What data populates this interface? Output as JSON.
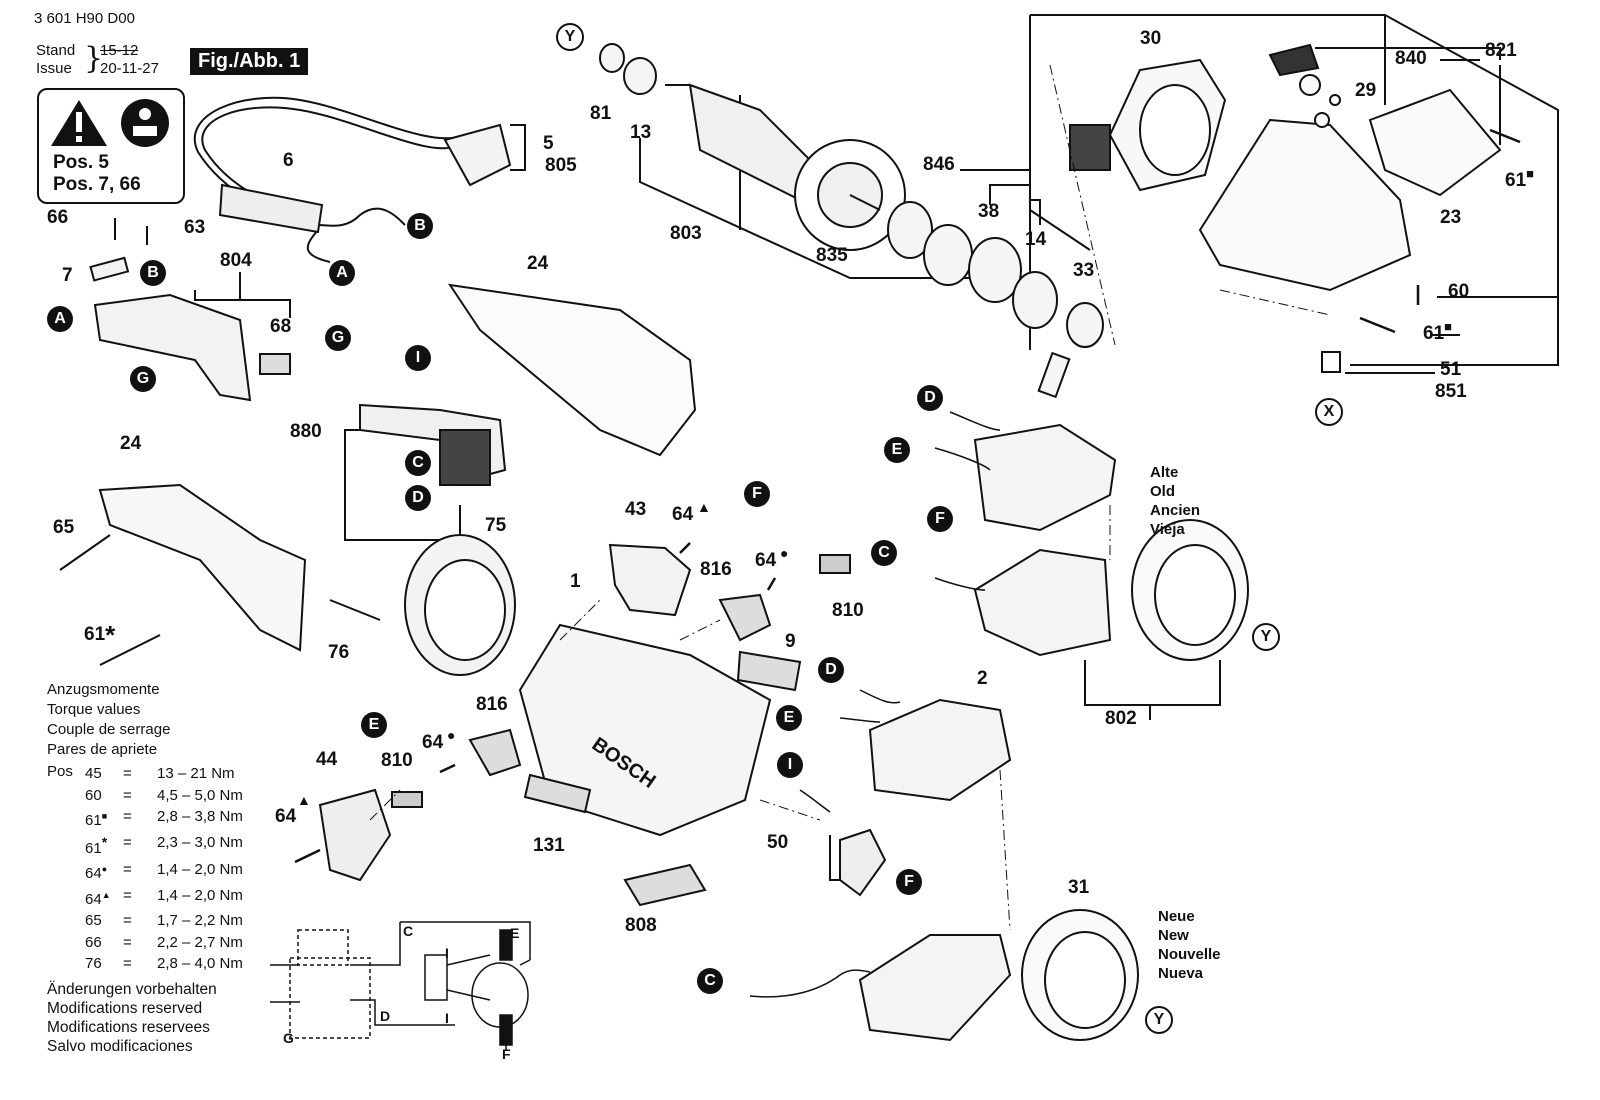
{
  "header": {
    "doc_number": "3 601 H90 D00",
    "stand_label": "Stand",
    "stand_value": "15-12",
    "issue_label": "Issue",
    "issue_value": "20-11-27",
    "figure_label": "Fig./Abb. 1"
  },
  "warning_box": {
    "line1": "Pos. 5",
    "line2": "Pos. 7, 66"
  },
  "torque": {
    "headings": [
      "Anzugsmomente",
      "Torque values",
      "Couple de serrage",
      "Pares de apriete"
    ],
    "pos_label": "Pos",
    "rows": [
      {
        "pos": "45",
        "mark": "",
        "eq": "=",
        "value": "13 – 21 Nm"
      },
      {
        "pos": "60",
        "mark": "",
        "eq": "=",
        "value": "4,5 – 5,0 Nm"
      },
      {
        "pos": "61",
        "mark": "■",
        "eq": "=",
        "value": "2,8 – 3,8 Nm"
      },
      {
        "pos": "61",
        "mark": "*",
        "eq": "=",
        "value": "2,3 – 3,0 Nm"
      },
      {
        "pos": "64",
        "mark": "●",
        "eq": "=",
        "value": "1,4 – 2,0 Nm"
      },
      {
        "pos": "64",
        "mark": "▲",
        "eq": "=",
        "value": "1,4 – 2,0 Nm"
      },
      {
        "pos": "65",
        "mark": "",
        "eq": "=",
        "value": "1,7 – 2,2 Nm"
      },
      {
        "pos": "66",
        "mark": "",
        "eq": "=",
        "value": "2,2 – 2,7 Nm"
      },
      {
        "pos": "76",
        "mark": "",
        "eq": "=",
        "value": "2,8 – 4,0 Nm"
      }
    ]
  },
  "modifications": [
    "Änderungen vorbehalten",
    "Modifications reserved",
    "Modifications reservees",
    "Salvo modificaciones"
  ],
  "variants": {
    "old": [
      "Alte",
      "Old",
      "Ancien",
      "Vieja"
    ],
    "new": [
      "Neue",
      "New",
      "Nouvelle",
      "Nueva"
    ]
  },
  "callouts": {
    "p5": "5",
    "p805": "805",
    "p6": "6",
    "p66": "66",
    "p63": "63",
    "p7": "7",
    "p804": "804",
    "p68": "68",
    "p880": "880",
    "p24a": "24",
    "p24b": "24",
    "p65": "65",
    "p61star": "61",
    "p76": "76",
    "p75": "75",
    "p81": "81",
    "p13": "13",
    "p803": "803",
    "p835": "835",
    "p846": "846",
    "p38": "38",
    "p14": "14",
    "p33": "33",
    "p30": "30",
    "p840": "840",
    "p821": "821",
    "p29": "29",
    "p61a": "61",
    "p23": "23",
    "p60": "60",
    "p61b": "61",
    "p51": "51",
    "p851": "851",
    "p43": "43",
    "p64a": "64",
    "p816a": "816",
    "p64b": "64",
    "p810a": "810",
    "p1": "1",
    "p9": "9",
    "p816b": "816",
    "p64c": "64",
    "p810b": "810",
    "p44": "44",
    "p64d": "64",
    "p131": "131",
    "p50": "50",
    "p808": "808",
    "p2": "2",
    "p802": "802",
    "p31": "31"
  },
  "markers": {
    "A": "A",
    "B": "B",
    "C": "C",
    "D": "D",
    "E": "E",
    "F": "F",
    "G": "G",
    "I": "I",
    "X": "X",
    "Y": "Y"
  },
  "schematic": {
    "C": "C",
    "D": "D",
    "E": "E",
    "F": "F",
    "G": "G",
    "I": "I"
  }
}
